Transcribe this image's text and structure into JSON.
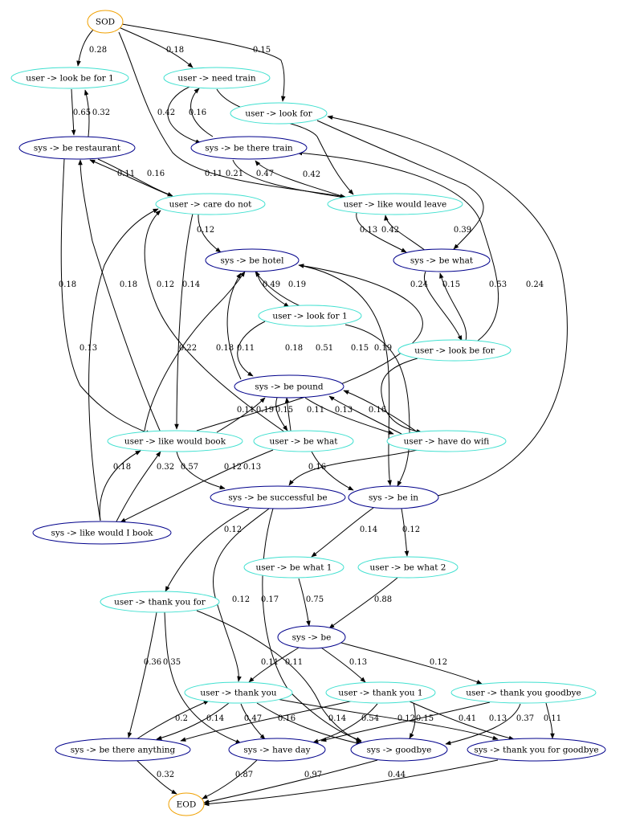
{
  "palette": {
    "user_node": "#40e0d0",
    "sys_node": "#00008b",
    "terminal_node": "#f0a000",
    "edge": "#000000",
    "background": "#ffffff"
  },
  "nodes": [
    {
      "id": "sod",
      "label": "SOD",
      "kind": "terminal"
    },
    {
      "id": "u_look_be_for_1",
      "label": "user ->   look be for 1",
      "kind": "user"
    },
    {
      "id": "u_need_train",
      "label": "user ->   need train",
      "kind": "user"
    },
    {
      "id": "u_look_for",
      "label": "user ->   look for",
      "kind": "user"
    },
    {
      "id": "s_be_restaurant",
      "label": "sys ->   be restaurant",
      "kind": "sys"
    },
    {
      "id": "s_be_there_train",
      "label": "sys ->   be there train",
      "kind": "sys"
    },
    {
      "id": "u_care_do_not",
      "label": "user ->   care do not",
      "kind": "user"
    },
    {
      "id": "u_like_would_leave",
      "label": "user ->   like would leave",
      "kind": "user"
    },
    {
      "id": "s_be_hotel",
      "label": "sys ->   be hotel",
      "kind": "sys"
    },
    {
      "id": "s_be_what",
      "label": "sys ->   be what",
      "kind": "sys"
    },
    {
      "id": "u_look_for_1",
      "label": "user ->   look for 1",
      "kind": "user"
    },
    {
      "id": "u_look_be_for",
      "label": "user ->   look be for",
      "kind": "user"
    },
    {
      "id": "s_be_pound",
      "label": "sys ->   be pound",
      "kind": "sys"
    },
    {
      "id": "u_like_would_book",
      "label": "user ->   like would book",
      "kind": "user"
    },
    {
      "id": "u_be_what",
      "label": "user ->   be what",
      "kind": "user"
    },
    {
      "id": "u_have_do_wifi",
      "label": "user ->   have do wifi",
      "kind": "user"
    },
    {
      "id": "s_be_successful_be",
      "label": "sys ->   be successful be",
      "kind": "sys"
    },
    {
      "id": "s_be_in",
      "label": "sys ->   be in",
      "kind": "sys"
    },
    {
      "id": "s_like_would_i_book",
      "label": "sys ->   like would I book",
      "kind": "sys"
    },
    {
      "id": "u_be_what_1",
      "label": "user ->   be what 1",
      "kind": "user"
    },
    {
      "id": "u_be_what_2",
      "label": "user ->   be what 2",
      "kind": "user"
    },
    {
      "id": "u_thank_you_for",
      "label": "user ->   thank you for",
      "kind": "user"
    },
    {
      "id": "s_be",
      "label": "sys ->   be",
      "kind": "sys"
    },
    {
      "id": "u_thank_you",
      "label": "user ->   thank you",
      "kind": "user"
    },
    {
      "id": "u_thank_you_1",
      "label": "user ->   thank you 1",
      "kind": "user"
    },
    {
      "id": "u_thank_you_goodbye",
      "label": "user ->   thank you goodbye",
      "kind": "user"
    },
    {
      "id": "s_be_there_anything",
      "label": "sys ->   be there anything",
      "kind": "sys"
    },
    {
      "id": "s_have_day",
      "label": "sys ->   have day",
      "kind": "sys"
    },
    {
      "id": "s_goodbye",
      "label": "sys ->   goodbye",
      "kind": "sys"
    },
    {
      "id": "s_thank_you_for_goodbye",
      "label": "sys ->   thank you for goodbye",
      "kind": "sys"
    },
    {
      "id": "eod",
      "label": "EOD",
      "kind": "terminal"
    }
  ],
  "edges": [
    {
      "id": "e01",
      "label": "0.28"
    },
    {
      "id": "e02",
      "label": "0.18"
    },
    {
      "id": "e03",
      "label": "0.15"
    },
    {
      "id": "e04",
      "label": "0.65"
    },
    {
      "id": "e05",
      "label": "0.32"
    },
    {
      "id": "e06",
      "label": "0.42"
    },
    {
      "id": "e07",
      "label": "0.16"
    },
    {
      "id": "e08",
      "label": "0.42"
    },
    {
      "id": "e09",
      "label": "0.11"
    },
    {
      "id": "e10",
      "label": "0.16"
    },
    {
      "id": "e11",
      "label": "0.11"
    },
    {
      "id": "e12",
      "label": "0.21"
    },
    {
      "id": "e13",
      "label": "0.47"
    },
    {
      "id": "e14",
      "label": "0.12"
    },
    {
      "id": "e15",
      "label": "0.13"
    },
    {
      "id": "e16",
      "label": "0.42"
    },
    {
      "id": "e17",
      "label": "0.39"
    },
    {
      "id": "e18",
      "label": "0.18"
    },
    {
      "id": "e19",
      "label": "0.18"
    },
    {
      "id": "e20",
      "label": "0.12"
    },
    {
      "id": "e21",
      "label": "0.14"
    },
    {
      "id": "e22",
      "label": "0.49"
    },
    {
      "id": "e23",
      "label": "0.19"
    },
    {
      "id": "e24",
      "label": "0.24"
    },
    {
      "id": "e25",
      "label": "0.15"
    },
    {
      "id": "e26",
      "label": "0.53"
    },
    {
      "id": "e27",
      "label": "0.24"
    },
    {
      "id": "e28",
      "label": "0.13"
    },
    {
      "id": "e29",
      "label": "0.22"
    },
    {
      "id": "e30",
      "label": "0.18"
    },
    {
      "id": "e31",
      "label": "0.11"
    },
    {
      "id": "e32",
      "label": "0.18"
    },
    {
      "id": "e33",
      "label": "0.51"
    },
    {
      "id": "e34",
      "label": "0.15"
    },
    {
      "id": "e35",
      "label": "0.19"
    },
    {
      "id": "e36",
      "label": "0.11"
    },
    {
      "id": "e37",
      "label": "0.19"
    },
    {
      "id": "e38",
      "label": "0.15"
    },
    {
      "id": "e39",
      "label": "0.11"
    },
    {
      "id": "e40",
      "label": "0.13"
    },
    {
      "id": "e41",
      "label": "0.16"
    },
    {
      "id": "e42",
      "label": "0.18"
    },
    {
      "id": "e43",
      "label": "0.32"
    },
    {
      "id": "e44",
      "label": "0.57"
    },
    {
      "id": "e45",
      "label": "0.12"
    },
    {
      "id": "e46",
      "label": "0.13"
    },
    {
      "id": "e47",
      "label": "0.16"
    },
    {
      "id": "e48",
      "label": "0.12"
    },
    {
      "id": "e49",
      "label": "0.14"
    },
    {
      "id": "e50",
      "label": "0.12"
    },
    {
      "id": "e51",
      "label": "0.75"
    },
    {
      "id": "e52",
      "label": "0.88"
    },
    {
      "id": "e53",
      "label": "0.36"
    },
    {
      "id": "e54",
      "label": "0.35"
    },
    {
      "id": "e55",
      "label": "0.12"
    },
    {
      "id": "e56",
      "label": "0.17"
    },
    {
      "id": "e57",
      "label": "0.11"
    },
    {
      "id": "e58",
      "label": "0.11"
    },
    {
      "id": "e59",
      "label": "0.13"
    },
    {
      "id": "e60",
      "label": "0.12"
    },
    {
      "id": "e61",
      "label": "0.2"
    },
    {
      "id": "e62",
      "label": "0.14"
    },
    {
      "id": "e63",
      "label": "0.47"
    },
    {
      "id": "e64",
      "label": "0.16"
    },
    {
      "id": "e65",
      "label": "0.14"
    },
    {
      "id": "e66",
      "label": "0.54"
    },
    {
      "id": "e67",
      "label": "0.12"
    },
    {
      "id": "e68",
      "label": "0.15"
    },
    {
      "id": "e69",
      "label": "0.41"
    },
    {
      "id": "e70",
      "label": "0.13"
    },
    {
      "id": "e71",
      "label": "0.37"
    },
    {
      "id": "e72",
      "label": "0.11"
    },
    {
      "id": "e73",
      "label": "0.32"
    },
    {
      "id": "e74",
      "label": "0.87"
    },
    {
      "id": "e75",
      "label": "0.97"
    },
    {
      "id": "e76",
      "label": "0.44"
    }
  ]
}
